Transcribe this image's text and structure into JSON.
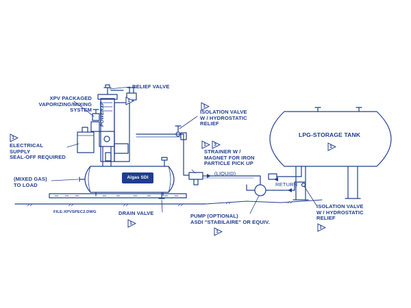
{
  "labels": {
    "relief_valve": "RELIEF VALVE",
    "xpv_system": "XPV PACKAGED\nVAPORIZING/MIXING\nSYSTEM",
    "isolation_valve_top": "ISOLATION VALVE\nW / HYDROSTATIC\nRELIEF",
    "lpg_tank": "LPG-STORAGE TANK",
    "electrical_supply": "ELECTRICAL\nSUPPLY\nSEAL-OFF REQUIRED",
    "strainer": "STRAINER W /\nMAGNET FOR IRON\nPARTICLE PICK UP",
    "liquid": "(LIQUID)",
    "mixed_gas": "(MIXED GAS)\nTO LOAD",
    "return": "RETURN",
    "file_name": "FILE:XPVSPEC2.DWG",
    "drain_valve": "DRAIN VALVE",
    "pump": "PUMP (OPTIONAL)\nASDI \"STABILAIRE\" OR EQUIV.",
    "isolation_valve_bottom": "ISOLATION VALVE\nW / HYDROSTATIC\nRELIEF",
    "vaporizer_brand": "POWERXP",
    "badge_brand": "Algas SDI"
  },
  "callouts": {
    "relief": "1",
    "isolation_top": "1",
    "tank": "1",
    "electrical": "1",
    "strainer_a": "1",
    "strainer_b": "3",
    "drain": "1",
    "pump": "1",
    "isolation_bottom": "1"
  },
  "colors": {
    "line": "#1f3d8f",
    "text": "#1f3d8f"
  }
}
